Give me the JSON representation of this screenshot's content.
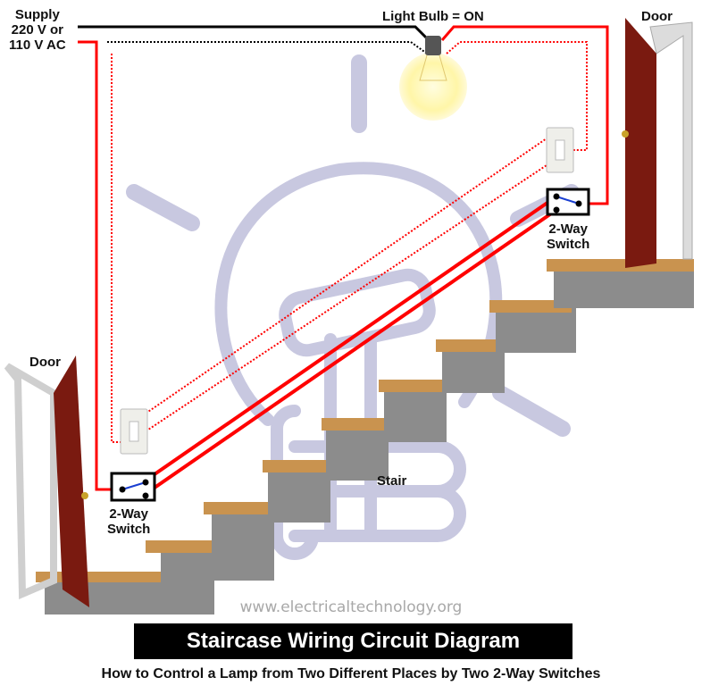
{
  "supply": {
    "line1": "Supply",
    "line2": "220 V or",
    "line3": "110 V AC"
  },
  "bulb": {
    "label": "Light Bulb = ON",
    "state": "ON"
  },
  "doors": {
    "top_right": "Door",
    "bottom_left": "Door"
  },
  "switches": {
    "top": {
      "line1": "2-Way",
      "line2": "Switch"
    },
    "bottom": {
      "line1": "2-Way",
      "line2": "Switch"
    }
  },
  "stair_label": "Stair",
  "watermark": "www.electricaltechnology.org",
  "title": "Staircase Wiring Circuit Diagram",
  "subtitle": "How to Control a Lamp from Two Different Places by Two 2-Way Switches",
  "colors": {
    "live_wire": "#ff0000",
    "neutral_wire": "#000000",
    "switch_lever": "#1a3fd1",
    "watermark_bulb": "#c8c8e0",
    "door": "#7a1a10",
    "stair_tread": "#c9934f",
    "stair_riser": "#8c8c8c",
    "title_bg": "#000000"
  }
}
